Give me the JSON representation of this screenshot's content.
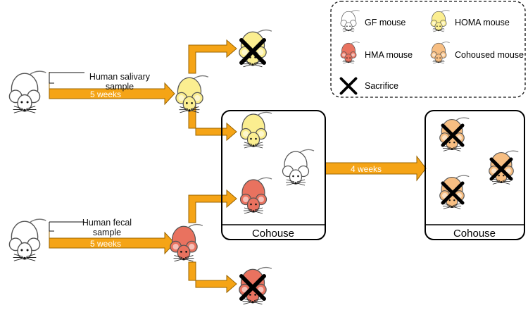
{
  "colors": {
    "gf": "#ffffff",
    "homa": "#fbee90",
    "hma": "#e9725f",
    "cohoused": "#f7be82",
    "arrow": "#f5a416",
    "arrow_stroke": "#9a6400",
    "cross": "#000000"
  },
  "legend": {
    "gf": "GF mouse",
    "homa": "HOMA mouse",
    "hma": "HMA mouse",
    "cohoused": "Cohoused mouse",
    "sacrifice": "Sacrifice"
  },
  "top_branch": {
    "label_line1": "Human salivary",
    "label_line2": "sample",
    "duration": "5 weeks"
  },
  "bottom_branch": {
    "label_line1": "Human fecal",
    "label_line2": "sample",
    "duration": "5 weeks"
  },
  "cohouse": {
    "box1_label": "Cohouse",
    "duration": "4 weeks",
    "box2_label": "Cohouse"
  }
}
